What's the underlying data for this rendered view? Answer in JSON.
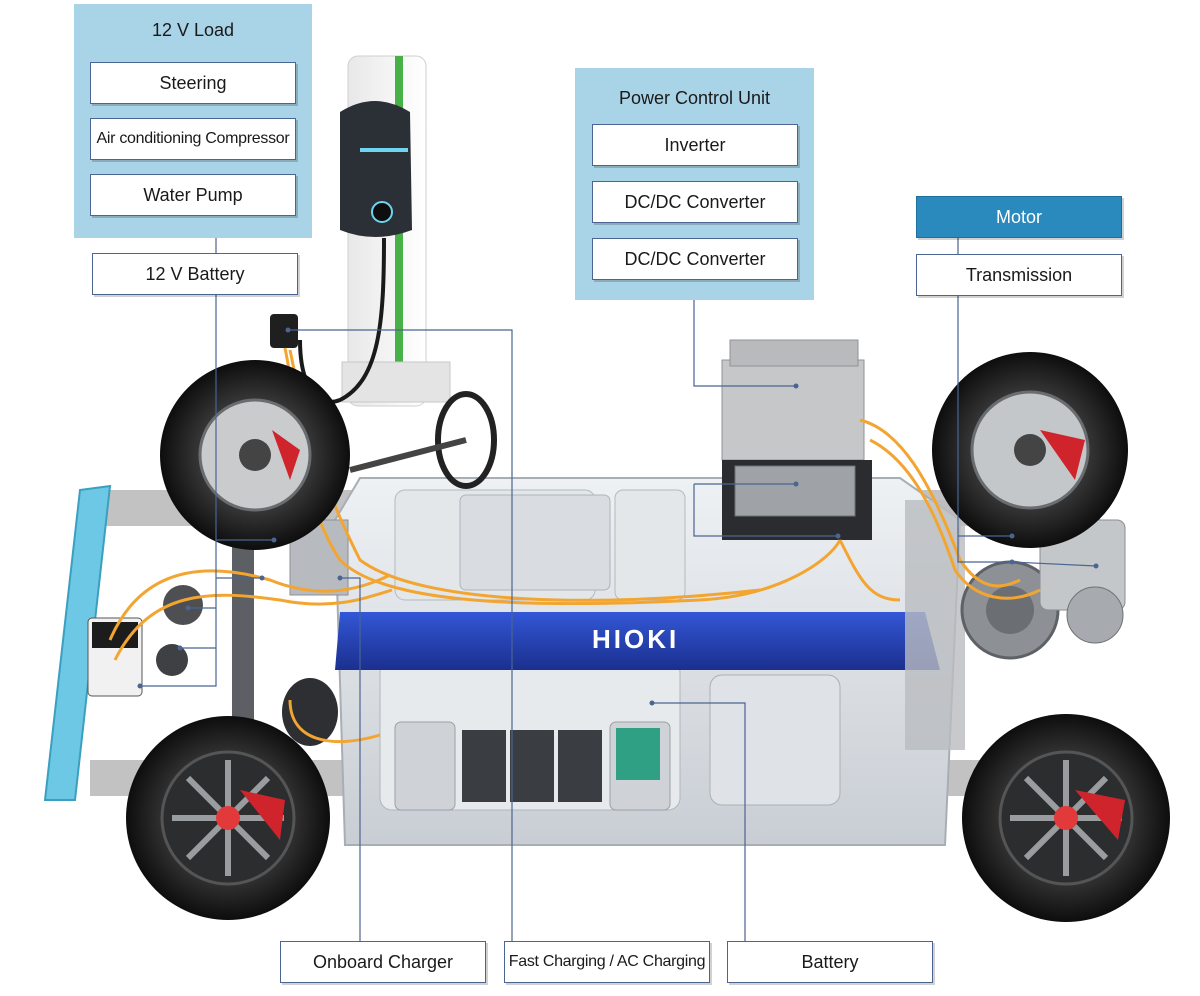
{
  "panels": {
    "load12v": {
      "title": "12 V Load",
      "items": [
        "Steering",
        "Air conditioning Compressor",
        "Water Pump"
      ]
    },
    "pcu": {
      "title": "Power Control Unit",
      "items": [
        "Inverter",
        "DC/DC Converter",
        "DC/DC Converter"
      ]
    }
  },
  "labels": {
    "battery12v": "12 V Battery",
    "motor": "Motor",
    "transmission": "Transmission",
    "onboard_charger": "Onboard Charger",
    "fast_charging": "Fast Charging / AC Charging",
    "battery": "Battery"
  },
  "illustration": {
    "brand_text": "HIOKI",
    "colors": {
      "panel": "#a9d3e6",
      "motor": "#2a89bd",
      "brand_band": "#1f3fb0",
      "leader": "#4a6591",
      "cable": "#f2a531"
    }
  }
}
